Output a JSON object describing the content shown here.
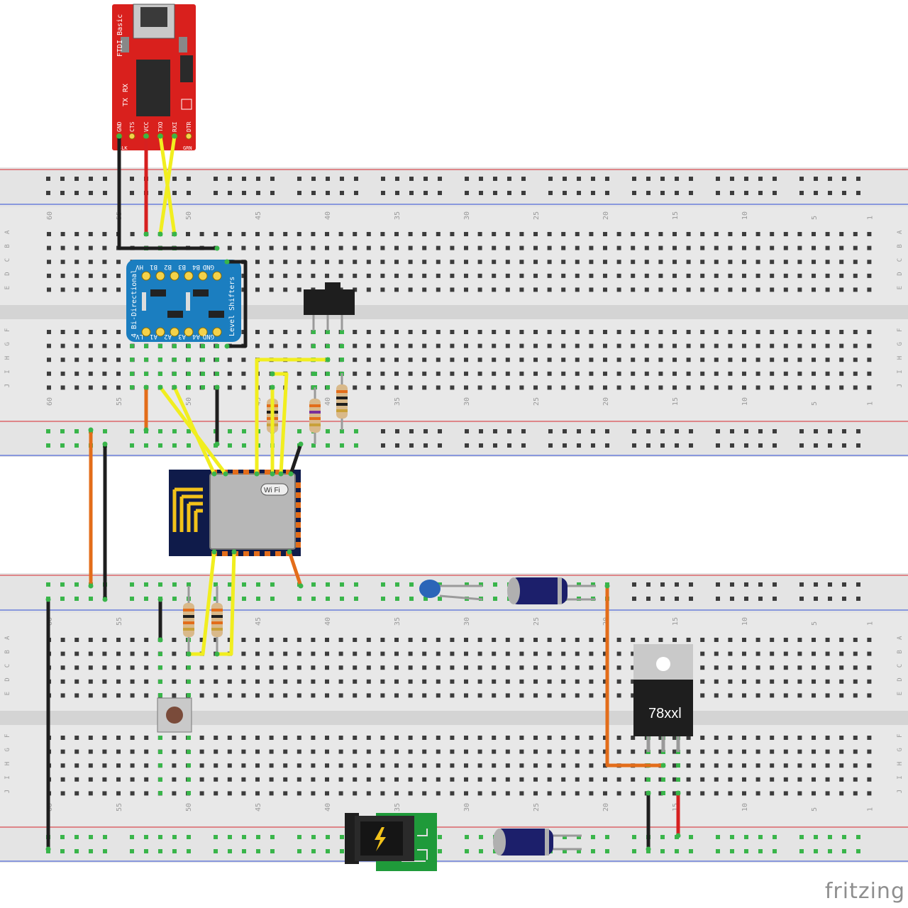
{
  "colors": {
    "board": "#e8e8e8",
    "rail": "#e4e4e4",
    "trench": "#d4d4d4",
    "hole": "#3c3c3c",
    "hole_connected": "#39b54a",
    "red_line": "#d9292e",
    "blue_line": "#2e4bd6",
    "wire_black": "#1e1e1e",
    "wire_red": "#d62020",
    "wire_yellow": "#f1ee1f",
    "wire_orange": "#e36d1a",
    "ftdi_red": "#d9201d",
    "level_shifter_blue": "#1b7ec0",
    "esp_shield": "#b7b7b7",
    "esp_board": "#0f1b4a",
    "esp_antenna": "#f2c21a",
    "cap_can": "#1c1f6b",
    "ceramic_cap": "#2b65b8",
    "regulator_body": "#1e1e1e",
    "regulator_tab": "#c9c9c9",
    "jack_pcb": "#1f9a3a",
    "watermark": "#8e8e8e"
  },
  "breadboard": {
    "column_numbers": [
      "60",
      "55",
      "50",
      "45",
      "40",
      "35",
      "30",
      "25",
      "20",
      "15",
      "10",
      "5",
      "1"
    ],
    "row_letters_top": [
      "A",
      "B",
      "C",
      "D",
      "E"
    ],
    "row_letters_bottom": [
      "F",
      "G",
      "H",
      "I",
      "J"
    ]
  },
  "ftdi": {
    "title": "FTDI Basic",
    "pin_labels": [
      "GND",
      "CTS",
      "VCC",
      "TXO",
      "RXI",
      "DTR"
    ],
    "bottom_labels": [
      "BLK",
      "GRN"
    ],
    "led_labels": [
      "TX",
      "RX"
    ]
  },
  "level_shifter": {
    "side_text_1": "4 Bi-Directional",
    "side_text_2": "Level Shifters",
    "top_pins": [
      "HV",
      "B1",
      "B2",
      "B3",
      "B4",
      "GND"
    ],
    "bottom_pins": [
      "LV",
      "A1",
      "A2",
      "A3",
      "A4",
      "GND"
    ]
  },
  "esp_module": {
    "badge": "Wi Fi"
  },
  "regulator": {
    "label": "78xxl"
  },
  "watermark": "fritzing"
}
